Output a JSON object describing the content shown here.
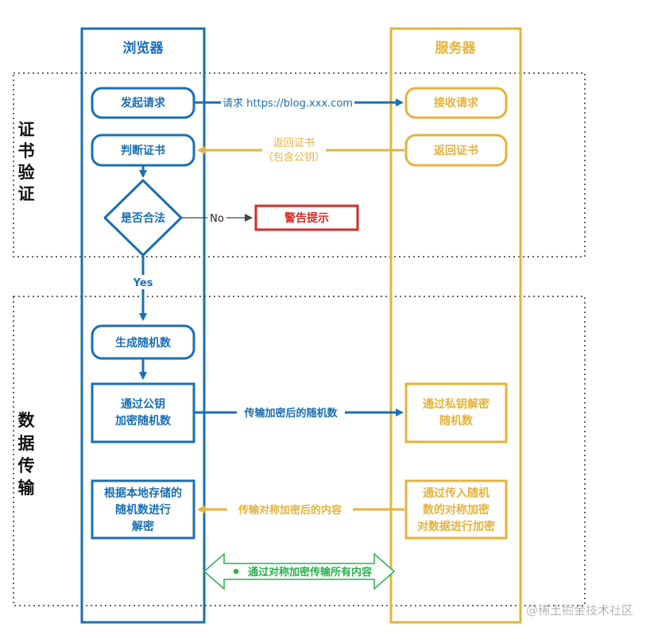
{
  "lanes": {
    "browser": "浏览器",
    "server": "服务器"
  },
  "sections": {
    "cert": [
      "证",
      "书",
      "验",
      "证"
    ],
    "data": [
      "数",
      "据",
      "传",
      "输"
    ]
  },
  "nodes": {
    "initiate": "发起请求",
    "judge_cert": "判断证书",
    "is_valid": "是否合法",
    "warning": "警告提示",
    "gen_random": "生成随机数",
    "encrypt_line1": "通过公钥",
    "encrypt_line2": "加密随机数",
    "decrypt_line1": "根据本地存储的",
    "decrypt_line2": "随机数进行",
    "decrypt_line3": "解密",
    "receive": "接收请求",
    "return_cert": "返回证书",
    "private_line1": "通过私钥解密",
    "private_line2": "随机数",
    "sym_line1": "通过传入随机",
    "sym_line2": "数的对称加密",
    "sym_line3": "对数据进行加密"
  },
  "edges": {
    "request": "请求 https://blog.xxx.com",
    "return_line1": "返回证书",
    "return_line2": "（包含公钥）",
    "no": "No",
    "yes": "Yes",
    "send_random": "传输加密后的随机数",
    "send_sym": "传输对称加密后的内容",
    "all_content": "通过对称加密传输所有内容"
  },
  "watermark": "@稀土掘金技术社区",
  "colors": {
    "blue": "#1a6fb4",
    "gold": "#e4b33c",
    "red": "#d42b26",
    "green": "#2bb04f",
    "gray": "#555555"
  }
}
